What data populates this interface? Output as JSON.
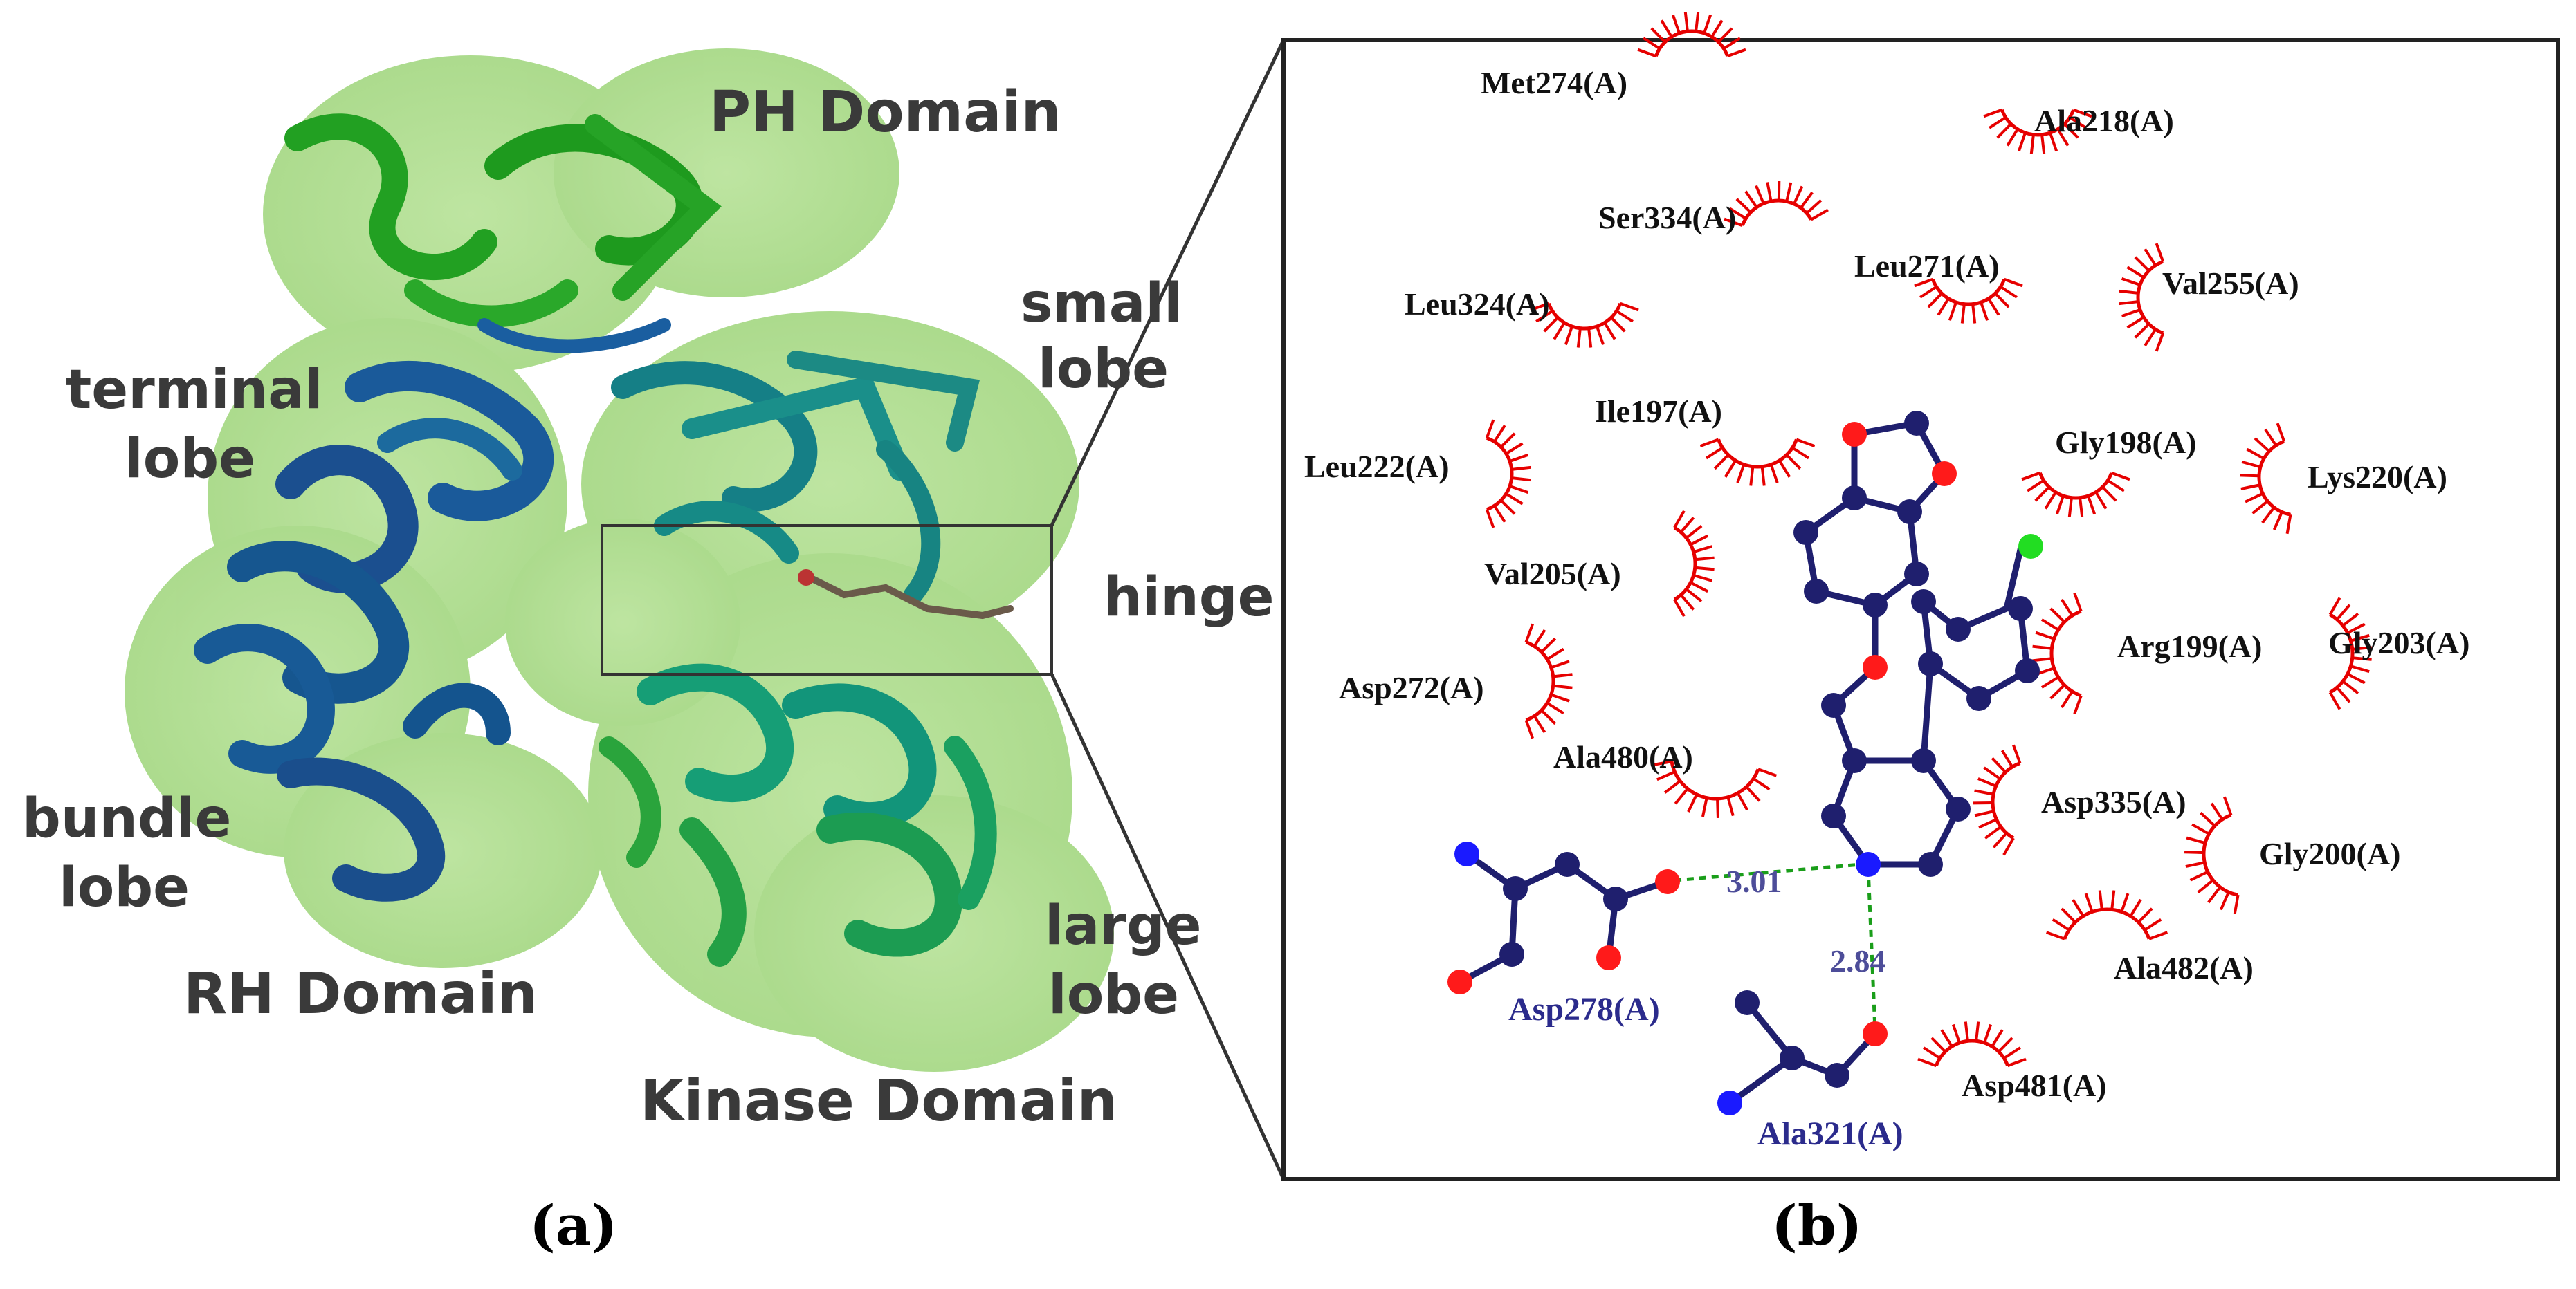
{
  "panel_a": {
    "label": "(a)",
    "domain_labels": {
      "ph_domain": "PH Domain",
      "small_lobe_1": "small",
      "small_lobe_2": "lobe",
      "terminal_lobe_1": "terminal",
      "terminal_lobe_2": "lobe",
      "hinge": "hinge",
      "bundle_lobe_1": "bundle",
      "bundle_lobe_2": "lobe",
      "rh_domain": "RH Domain",
      "large_lobe_1": "large",
      "large_lobe_2": "lobe",
      "kinase_domain": "Kinase Domain"
    }
  },
  "panel_b": {
    "label": "(b)",
    "hydrophobic_residues": [
      "Met274(A)",
      "Ala218(A)",
      "Ser334(A)",
      "Leu271(A)",
      "Val255(A)",
      "Leu324(A)",
      "Ile197(A)",
      "Gly198(A)",
      "Leu222(A)",
      "Lys220(A)",
      "Val205(A)",
      "Arg199(A)",
      "Gly203(A)",
      "Asp272(A)",
      "Ala480(A)",
      "Asp335(A)",
      "Gly200(A)",
      "Ala482(A)",
      "Asp481(A)"
    ],
    "hbond_residues": [
      "Asp278(A)",
      "Ala321(A)"
    ],
    "hbond_distances": [
      "3.01",
      "2.84"
    ]
  },
  "colors": {
    "ligand_bond": "#1f1f6e",
    "oxygen": "#ff1a1a",
    "nitrogen": "#1a1aff",
    "chlorine": "#22dd22",
    "hbond": "#1a9e1a",
    "hydrophobic_arc": "#e60000",
    "surface": "#8fd16a"
  }
}
